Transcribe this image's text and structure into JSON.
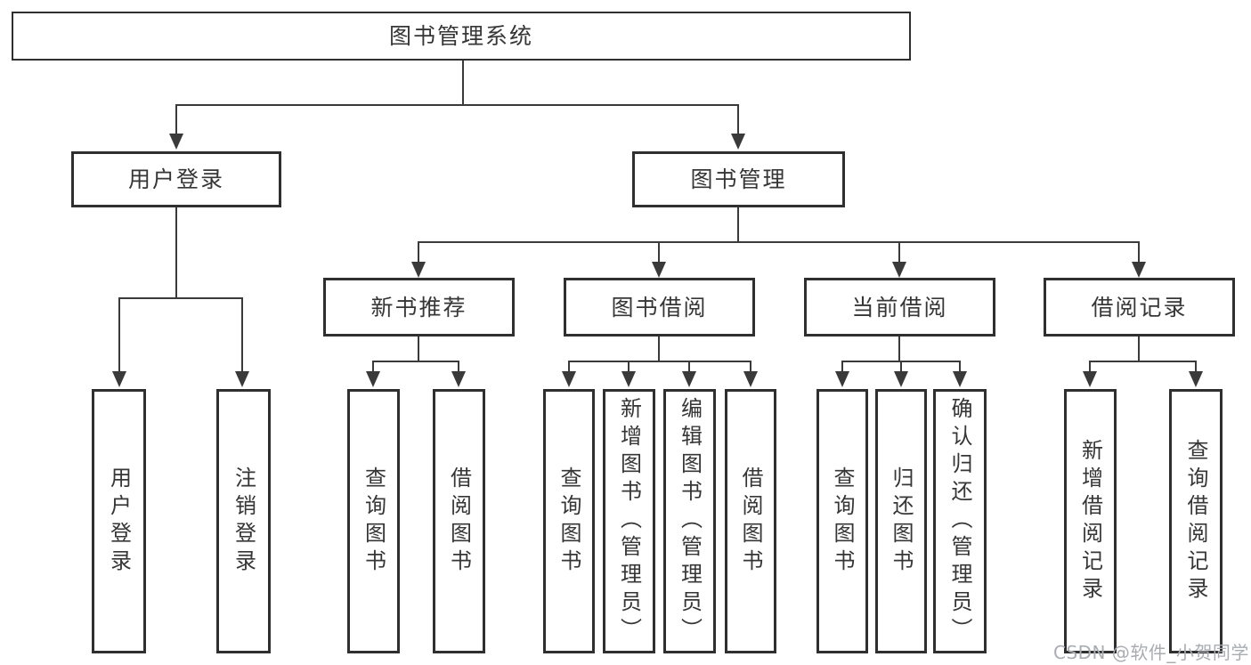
{
  "colors": {
    "background": "#ffffff",
    "line": "#3a3a3a",
    "box_border": "#2f2f2f",
    "text": "#363636",
    "watermark": "#a9adb2"
  },
  "watermark": "CSDN @软件_小贺同学",
  "tree": {
    "label": "图书管理系统",
    "children": [
      {
        "label": "用户登录",
        "children": [
          {
            "label": "用户登录"
          },
          {
            "label": "注销登录"
          }
        ]
      },
      {
        "label": "图书管理",
        "children": [
          {
            "label": "新书推荐",
            "children": [
              {
                "label": "查询图书"
              },
              {
                "label": "借阅图书"
              }
            ]
          },
          {
            "label": "图书借阅",
            "children": [
              {
                "label": "查询图书"
              },
              {
                "label": "新增图书（管理员）"
              },
              {
                "label": "编辑图书（管理员）"
              },
              {
                "label": "借阅图书"
              }
            ]
          },
          {
            "label": "当前借阅",
            "children": [
              {
                "label": "查询图书"
              },
              {
                "label": "归还图书"
              },
              {
                "label": "确认归还（管理员）"
              }
            ]
          },
          {
            "label": "借阅记录",
            "children": [
              {
                "label": "新增借阅记录"
              },
              {
                "label": "查询借阅记录"
              }
            ]
          }
        ]
      }
    ]
  }
}
